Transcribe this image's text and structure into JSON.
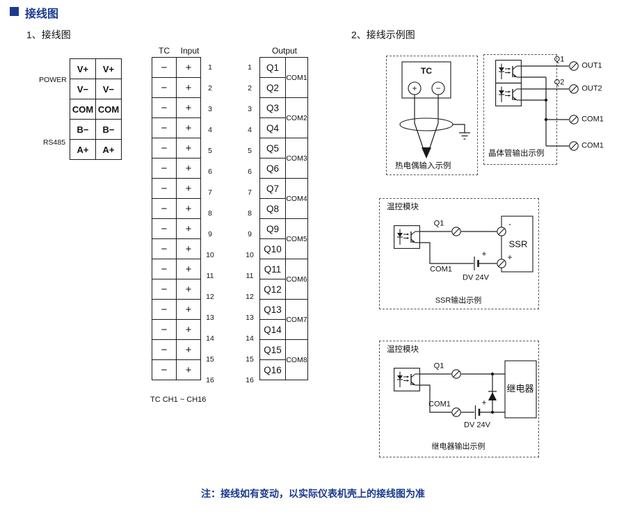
{
  "header": {
    "title": "接线图"
  },
  "sections": {
    "wiring_heading": "1、接线图",
    "examples_heading": "2、接线示例图"
  },
  "terminal_block": {
    "rows": [
      [
        "V+",
        "V+"
      ],
      [
        "V−",
        "V−"
      ],
      [
        "COM",
        "COM"
      ],
      [
        "B−",
        "B−"
      ],
      [
        "A+",
        "A+"
      ]
    ],
    "power_label": "POWER",
    "rs485_label": "RS485"
  },
  "input_table": {
    "tc_header": "TC",
    "input_header": "Input",
    "minus": "−",
    "plus": "+",
    "channels": [
      "1",
      "2",
      "3",
      "4",
      "5",
      "6",
      "7",
      "8",
      "9",
      "10",
      "11",
      "12",
      "13",
      "14",
      "15",
      "16"
    ],
    "footer": "TC CH1 ~ CH16"
  },
  "output_table": {
    "header": "Output",
    "channels": [
      "1",
      "2",
      "3",
      "4",
      "5",
      "6",
      "7",
      "8",
      "9",
      "10",
      "11",
      "12",
      "13",
      "14",
      "15",
      "16"
    ],
    "q_labels": [
      "Q1",
      "Q2",
      "Q3",
      "Q4",
      "Q5",
      "Q6",
      "Q7",
      "Q8",
      "Q9",
      "Q10",
      "Q11",
      "Q12",
      "Q13",
      "Q14",
      "Q15",
      "Q16"
    ],
    "com_labels": [
      "COM1",
      "COM2",
      "COM3",
      "COM4",
      "COM5",
      "COM6",
      "COM7",
      "COM8"
    ]
  },
  "examples": {
    "thermocouple": {
      "tc_label": "TC",
      "plus": "+",
      "minus": "−",
      "caption": "热电偶输入示例"
    },
    "transistor": {
      "q1": "Q1",
      "q2": "Q2",
      "out1": "OUT1",
      "out2": "OUT2",
      "com1a": "COM1",
      "com1b": "COM1",
      "caption": "晶体管输出示例"
    },
    "ssr": {
      "module_label": "温控模块",
      "q1": "Q1",
      "com1": "COM1",
      "battery_plus": "+",
      "supply": "DV 24V",
      "load_label": "SSR",
      "load_minus": "-",
      "load_plus": "+",
      "caption": "SSR输出示例"
    },
    "relay": {
      "module_label": "温控模块",
      "q1": "Q1",
      "com1": "COM1",
      "battery_plus": "+",
      "supply": "DV 24V",
      "load_label": "继电器",
      "caption": "继电器输出示例"
    }
  },
  "note": "注：接线如有变动，以实际仪表机壳上的接线图为准",
  "colors": {
    "accent": "#1b3a8f",
    "line": "#1a1a1a"
  }
}
